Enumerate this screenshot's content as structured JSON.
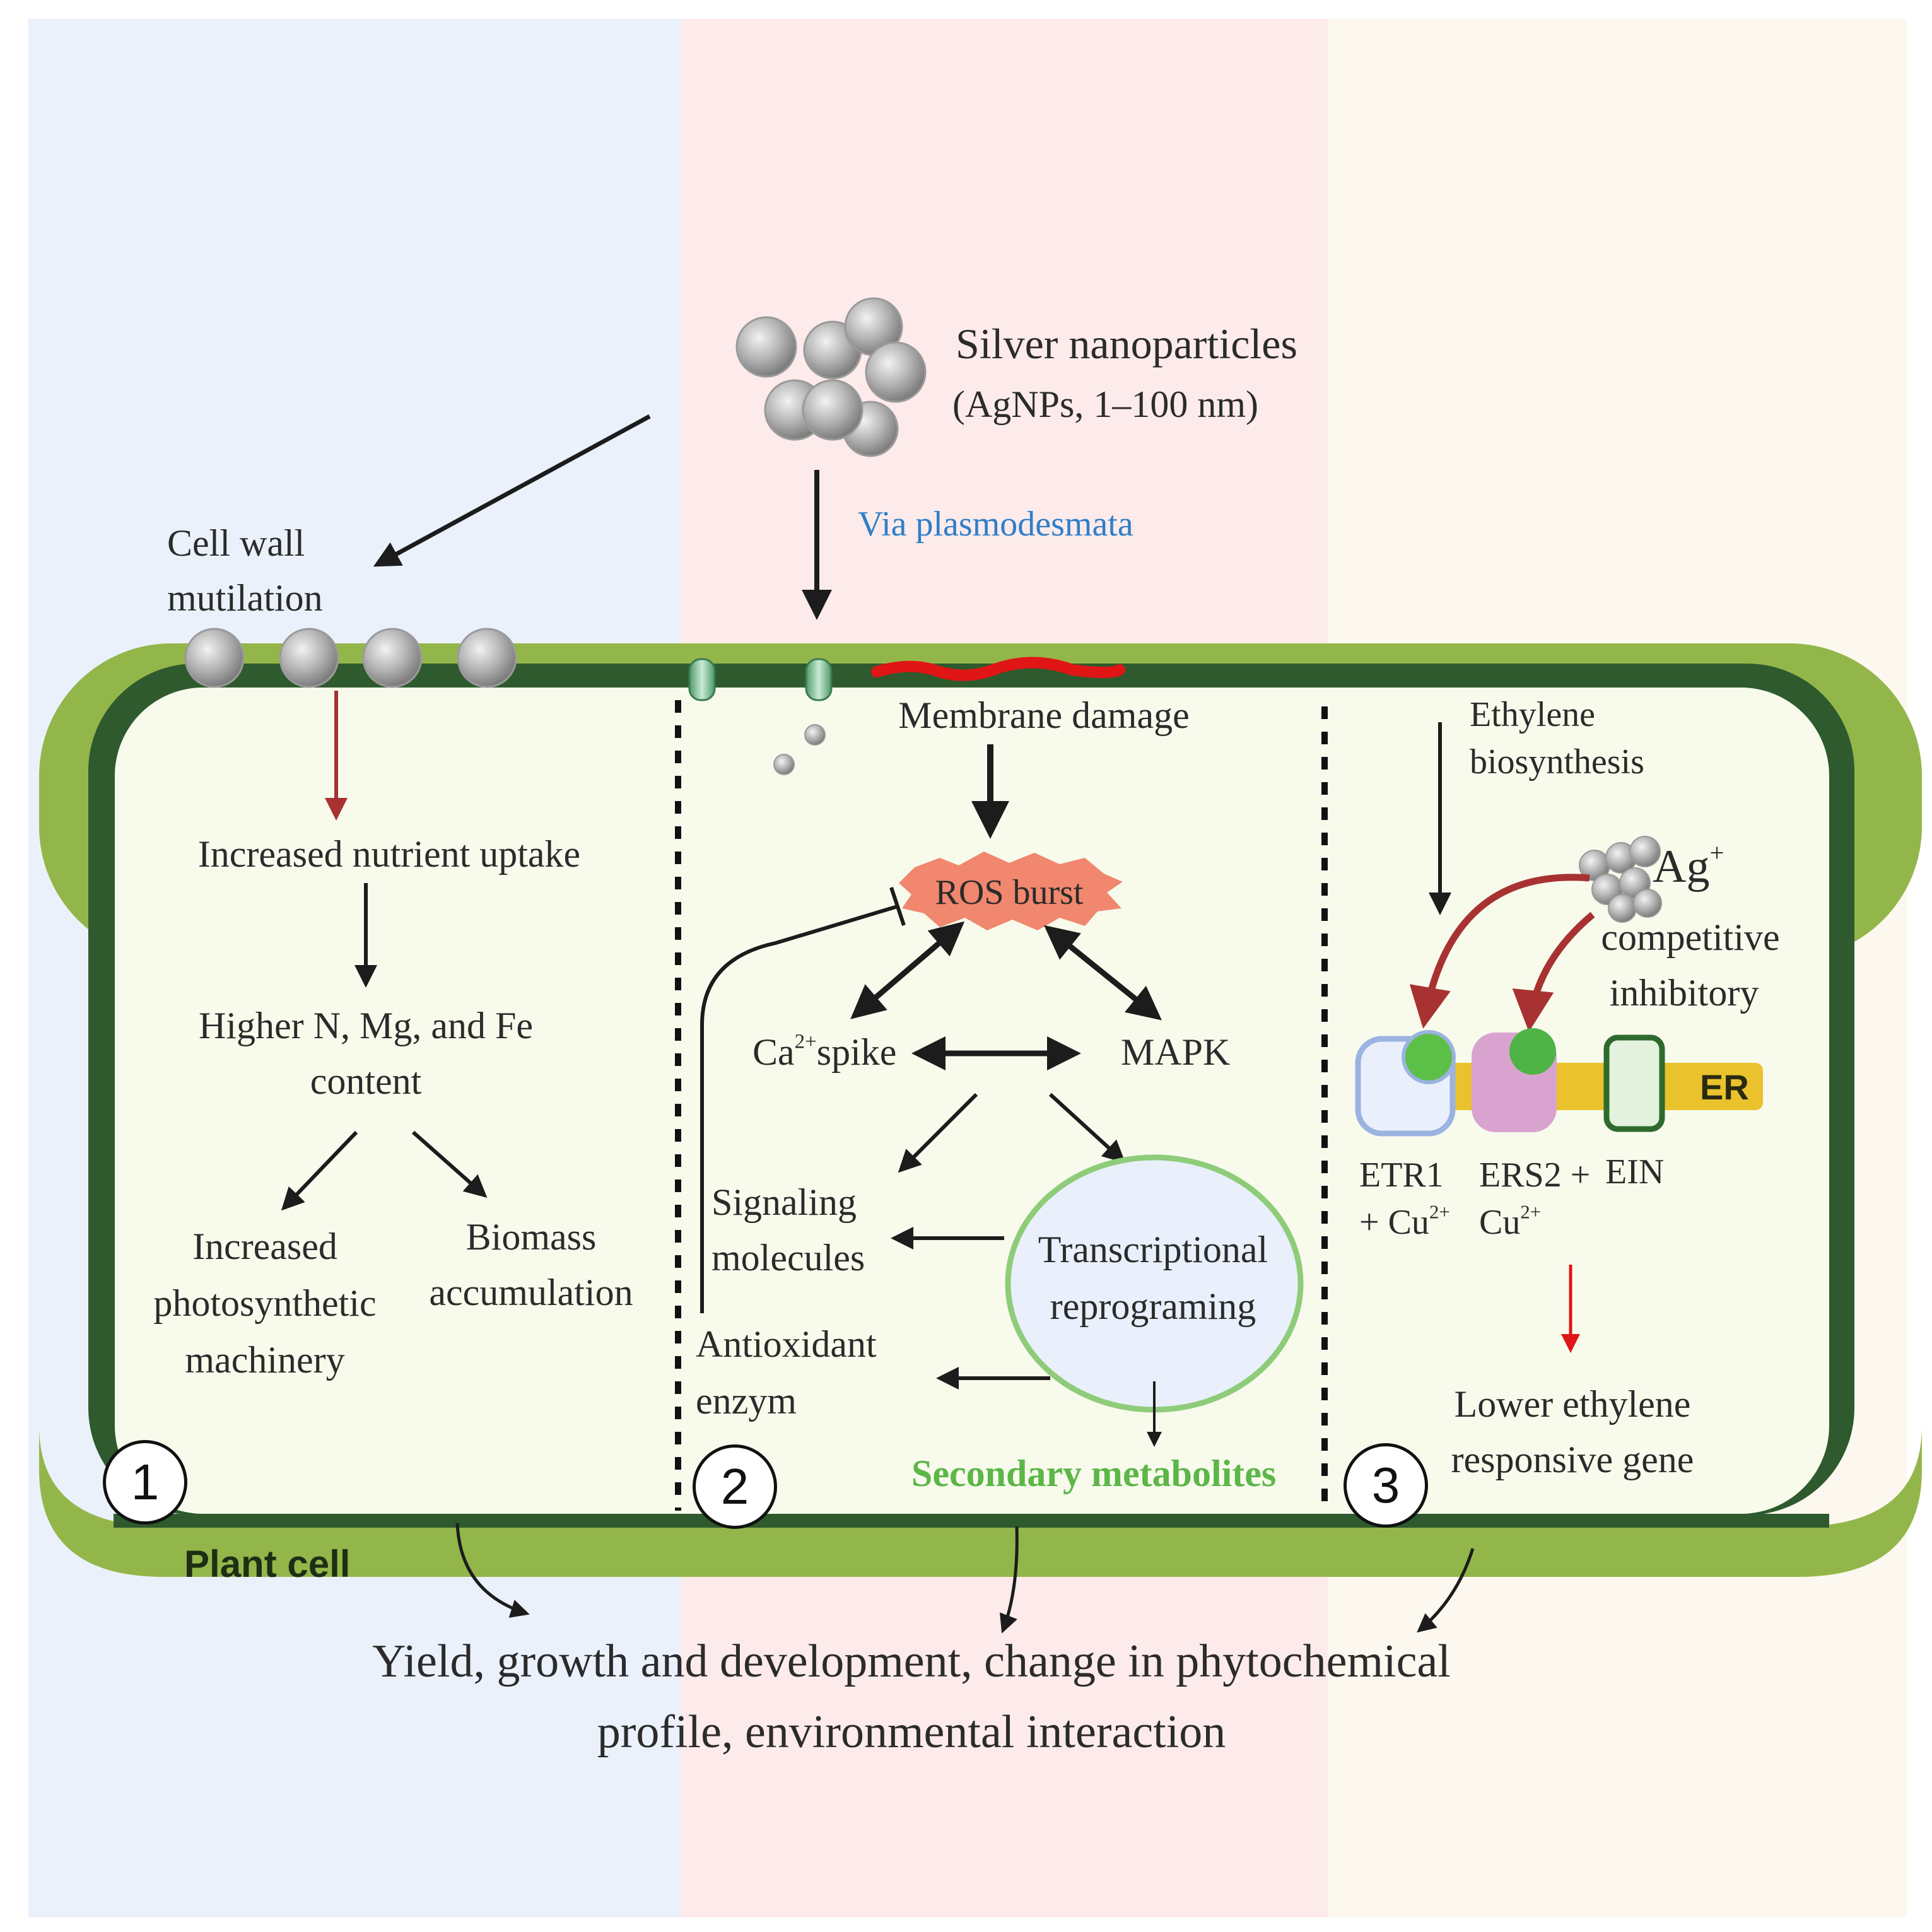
{
  "nanoparticles": {
    "title": "Silver nanoparticles",
    "subtitle": "(AgNPs, 1–100 nm)"
  },
  "entry_route": "Via plasmodesmata",
  "cell_label": "Plant cell",
  "panel1": {
    "number": "1",
    "cell_wall": [
      "Cell wall",
      "mutilation"
    ],
    "nutrient": "Increased nutrient uptake",
    "content": [
      "Higher N, Mg, and Fe",
      "content"
    ],
    "photosynthesis": [
      "Increased",
      "photosynthetic",
      "machinery"
    ],
    "biomass": [
      "Biomass",
      "accumulation"
    ]
  },
  "panel2": {
    "number": "2",
    "membrane": "Membrane damage",
    "ros": "ROS burst",
    "ca_prefix": "Ca",
    "ca_sup": "2+",
    "ca_suffix": "spike",
    "mapk": "MAPK",
    "signaling": [
      "Signaling",
      "molecules"
    ],
    "transcriptional": [
      "Transcriptional",
      "reprograming"
    ],
    "antioxidant": [
      "Antioxidant",
      "enzym"
    ],
    "secondary": "Secondary metabolites"
  },
  "panel3": {
    "number": "3",
    "ethylene": [
      "Ethylene",
      "biosynthesis"
    ],
    "ag_ion": "Ag",
    "ag_sup": "+",
    "competitive": [
      "competitive",
      "inhibitory"
    ],
    "er": "ER",
    "etr1": "ETR1",
    "etr1_cu": "+ Cu",
    "cu_sup": "2+",
    "ers2": "ERS2 +",
    "ers2_cu": "Cu",
    "ein": "EIN",
    "lower": [
      "Lower ethylene",
      "responsive gene"
    ]
  },
  "outcome": [
    "Yield, growth and development, change in phytochemical",
    "profile, environmental interaction"
  ],
  "colors": {
    "panel1_bg": "#ebf1fb",
    "panel2_bg": "#fcebea",
    "panel3_bg": "#fcf8ef",
    "cell_outer": "#93b64a",
    "cell_inner": "#2e5a2e",
    "cytoplasm": "#f8fbec",
    "ros": "#f0876e",
    "damage": "#e01515",
    "inhibit_arrow": "#a83232",
    "er": "#e9c22e"
  }
}
